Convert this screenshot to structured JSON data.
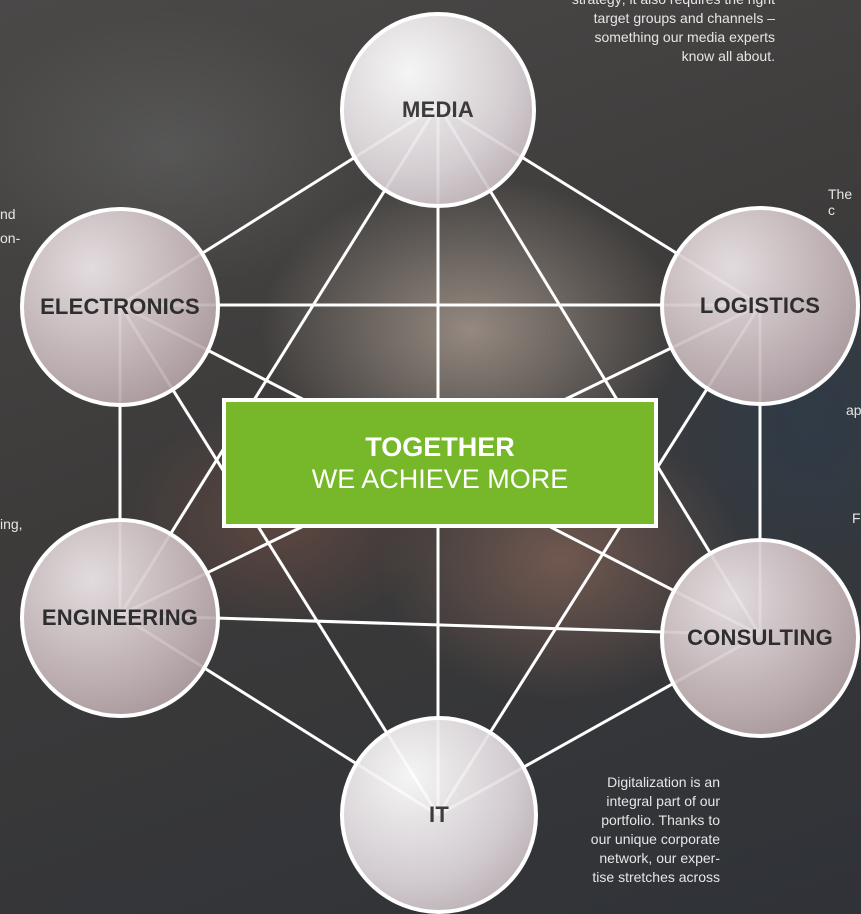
{
  "center": {
    "title": "TOGETHER",
    "subtitle": "WE ACHIEVE MORE"
  },
  "nodes": {
    "media": "MEDIA",
    "electronics": "ELECTRONICS",
    "logistics": "LOGISTICS",
    "engineering": "ENGINEERING",
    "consulting": "CONSULTING",
    "it": "IT"
  },
  "texts": {
    "media_lines": [
      "strategy; it also requires the right",
      "target groups and channels –",
      "something our media experts",
      "know all about."
    ],
    "it_lines": [
      "Digitalization is an",
      "integral part of our",
      "portfolio. Thanks to",
      "our unique corporate",
      "network, our exper-",
      "tise stretches across"
    ],
    "left_frag_1": "nd",
    "left_frag_2": "on-",
    "left_frag_3": "ing,",
    "right_frag_1": "The c",
    "right_frag_2": "ap",
    "right_frag_3": "F"
  },
  "colors": {
    "accent_green": "#76b82a",
    "line_white": "#ffffff"
  }
}
